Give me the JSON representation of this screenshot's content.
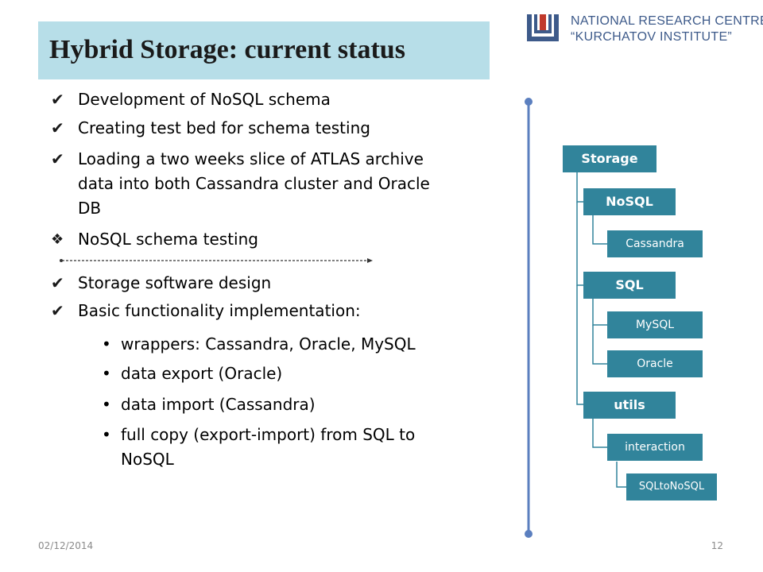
{
  "title": "Hybrid Storage: current status",
  "logo": {
    "line1": "NATIONAL RESEARCH CENTRE",
    "line2": "“KURCHATOV INSTITUTE”",
    "mark_icon": "kurchatov-logo-icon",
    "brand_color": "#3d5a8a"
  },
  "bullets": [
    {
      "marker": "✔",
      "marker_icon": "check-icon",
      "lines": [
        "Development of NoSQL schema"
      ]
    },
    {
      "marker": "✔",
      "marker_icon": "check-icon",
      "lines": [
        "Creating test bed for schema testing"
      ]
    },
    {
      "marker": "✔",
      "marker_icon": "check-icon",
      "lines": [
        "Loading a two weeks slice of ATLAS archive",
        "data into both Cassandra cluster and Oracle",
        "DB"
      ]
    },
    {
      "marker": "❖",
      "marker_icon": "diamond-icon",
      "lines": [
        "NoSQL schema testing"
      ]
    },
    {
      "marker": "✔",
      "marker_icon": "check-icon",
      "lines": [
        "Storage software design"
      ]
    },
    {
      "marker": "✔",
      "marker_icon": "check-icon",
      "lines": [
        "Basic functionality implementation:"
      ]
    }
  ],
  "sub_bullets": [
    {
      "marker": "•",
      "lines": [
        "wrappers: Cassandra, Oracle, MySQL"
      ]
    },
    {
      "marker": "•",
      "lines": [
        "data export (Oracle)"
      ]
    },
    {
      "marker": "•",
      "lines": [
        "data import (Cassandra)"
      ]
    },
    {
      "marker": "•",
      "lines": [
        "full copy (export-import) from SQL to",
        "NoSQL"
      ]
    }
  ],
  "tree": {
    "node_color": "#31849b",
    "nodes": [
      {
        "id": "storage",
        "label": "Storage"
      },
      {
        "id": "nosql",
        "label": "NoSQL"
      },
      {
        "id": "cassandra",
        "label": "Cassandra"
      },
      {
        "id": "sql",
        "label": "SQL"
      },
      {
        "id": "mysql",
        "label": "MySQL"
      },
      {
        "id": "oracle",
        "label": "Oracle"
      },
      {
        "id": "utils",
        "label": "utils"
      },
      {
        "id": "interaction",
        "label": "interaction"
      },
      {
        "id": "sqltonosql",
        "label": "SQLtoNoSQL"
      }
    ]
  },
  "footer": {
    "date": "02/12/2014",
    "page": "12"
  },
  "colors": {
    "title_bg": "#b7dee8",
    "vertical_line": "#5b7fbf"
  }
}
